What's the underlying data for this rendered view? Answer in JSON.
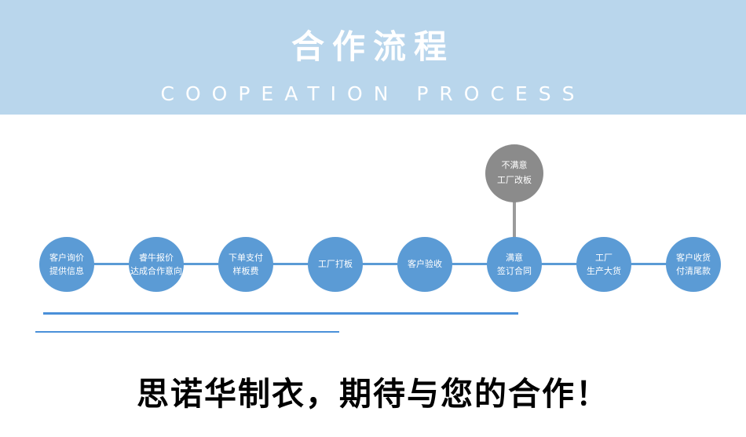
{
  "banner": {
    "title": "合作流程",
    "subtitle": "COOPEATION PROCESS",
    "bg_color": "#b9d6ec",
    "text_color": "#ffffff"
  },
  "flow": {
    "circle_color": "#5b9bd5",
    "alt_circle_color": "#8b8b8b",
    "connector_color": "#9b9b9b",
    "line_color": "#4a90d9",
    "steps": [
      {
        "line1": "客户询价",
        "line2": "提供信息"
      },
      {
        "line1": "睿牛报价",
        "line2": "达成合作意向"
      },
      {
        "line1": "下单支付",
        "line2": "样板费"
      },
      {
        "line1": "工厂打板",
        "line2": ""
      },
      {
        "line1": "客户验收",
        "line2": ""
      },
      {
        "line1": "满意",
        "line2": "签订合同"
      },
      {
        "line1": "工厂",
        "line2": "生产大货"
      },
      {
        "line1": "客户收货",
        "line2": "付清尾款"
      }
    ],
    "alt_step": {
      "line1": "不满意",
      "line2": "工厂改板"
    }
  },
  "footer": {
    "slogan": "思诺华制衣，期待与您的合作！"
  }
}
